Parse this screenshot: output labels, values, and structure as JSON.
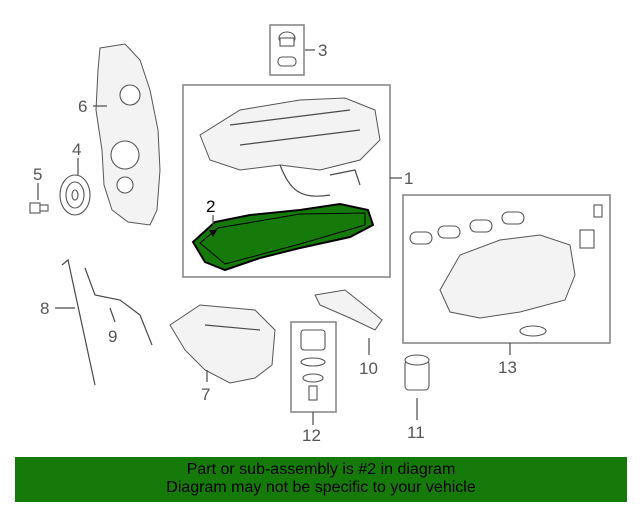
{
  "callouts": {
    "c1": "1",
    "c2": "2",
    "c3": "3",
    "c4": "4",
    "c5": "5",
    "c6": "6",
    "c7": "7",
    "c8": "8",
    "c9": "9",
    "c10": "10",
    "c11": "11",
    "c12": "12",
    "c13": "13"
  },
  "highlight": {
    "part": "2",
    "color": "#157a0a"
  },
  "banner": {
    "line1": "Part or sub-assembly is #2 in diagram",
    "line2": "Diagram may not be specific to your vehicle",
    "background": "#157a0a"
  }
}
